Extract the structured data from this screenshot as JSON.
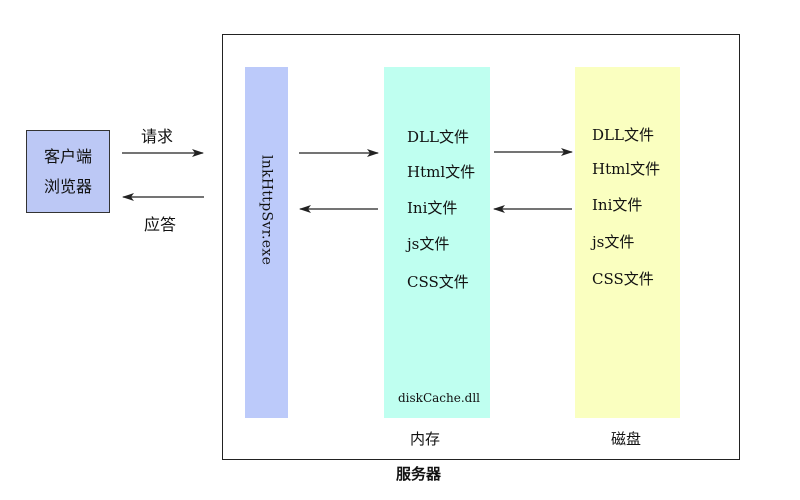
{
  "client": {
    "line1": "客户端",
    "line2": "浏览器"
  },
  "request_label": "请求",
  "response_label": "应答",
  "exe_label": "lnkHttpSvr.exe",
  "memory": {
    "files": [
      "DLL文件",
      "Html文件",
      "Ini文件",
      "js文件",
      "CSS文件"
    ],
    "dll": "diskCache.dll",
    "caption": "内存"
  },
  "disk": {
    "files": [
      "DLL文件",
      "Html文件",
      "Ini文件",
      "js文件",
      "CSS文件"
    ],
    "caption": "磁盘"
  },
  "server_caption": "服务器",
  "colors": {
    "client": "#bcc8f5",
    "exe": "#bccafa",
    "memory": "#bffff0",
    "disk": "#faffc0"
  }
}
